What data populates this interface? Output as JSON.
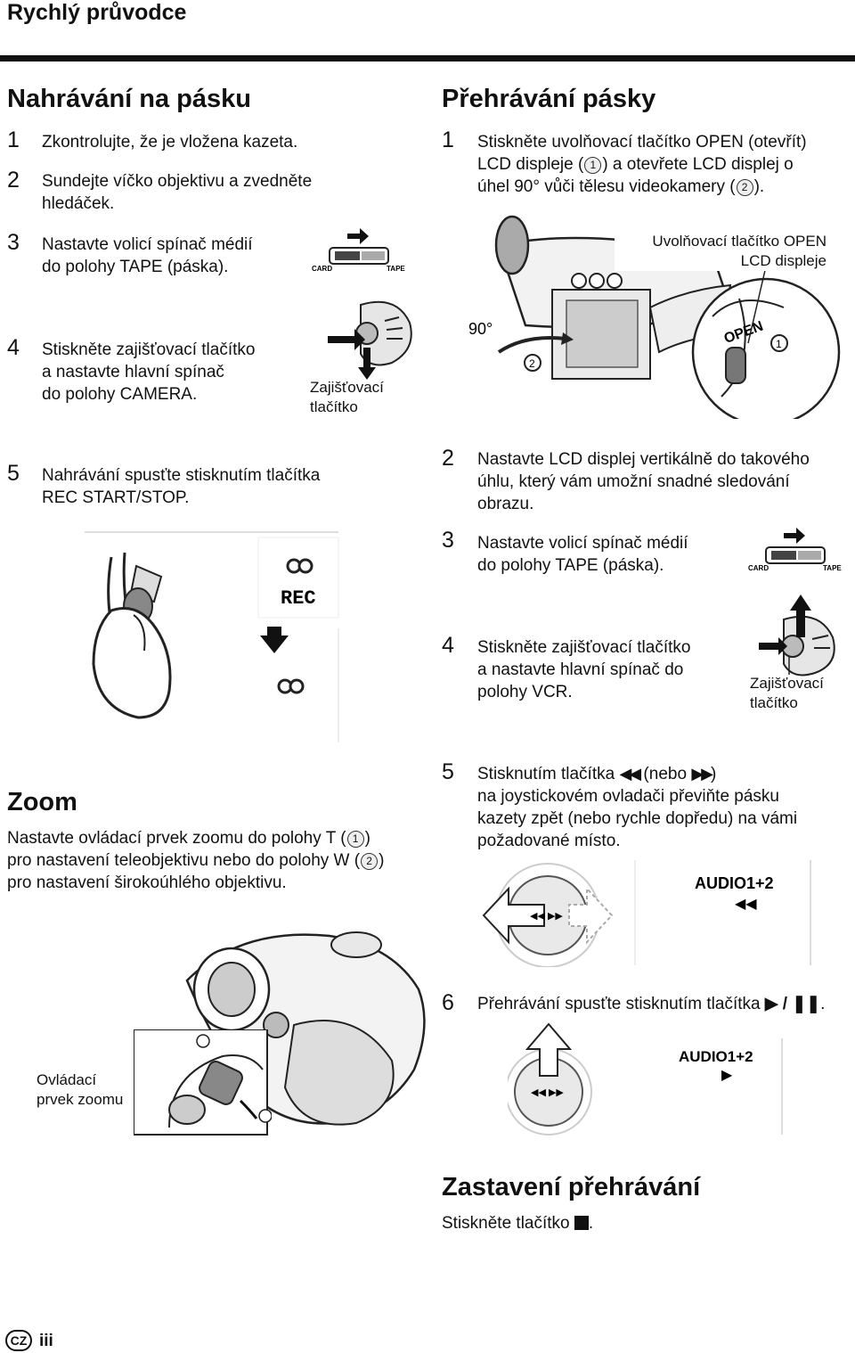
{
  "header": {
    "title": "Rychlý průvodce"
  },
  "recording": {
    "title": "Nahrávání na pásku",
    "steps": [
      {
        "num": "1",
        "text": "Zkontrolujte, že je vložena kazeta."
      },
      {
        "num": "2",
        "text_line1": "Sundejte víčko objektivu a zvedněte",
        "text_line2": "hledáček."
      },
      {
        "num": "3",
        "text_line1": "Nastavte volicí spínač médií",
        "text_line2": "do polohy TAPE (páska)."
      },
      {
        "num": "4",
        "text_line1": "Stiskněte zajišťovací tlačítko",
        "text_line2": "a nastavte hlavní spínač",
        "text_line3": "do polohy CAMERA."
      },
      {
        "num": "5",
        "text_line1": "Nahrávání spusťte stisknutím tlačítka",
        "text_line2": "REC START/STOP."
      }
    ],
    "lock_label_line1": "Zajišťovací",
    "lock_label_line2": "tlačítko",
    "rec_label": "REC"
  },
  "switch": {
    "card": "CARD",
    "tape": "TAPE"
  },
  "zoom": {
    "title": "Zoom",
    "line1_a": "Nastavte ovládací prvek zoomu do polohy T (",
    "line1_b": ")",
    "line2_a": "pro nastavení teleobjektivu nebo do polohy W (",
    "line2_b": ")",
    "line3": "pro nastavení širokoúhlého objektivu.",
    "circle1": "1",
    "circle2": "2",
    "control_label_line1": "Ovládací",
    "control_label_line2": "prvek zoomu"
  },
  "playback": {
    "title": "Přehrávání pásky",
    "step1": {
      "num": "1",
      "line1": "Stiskněte uvolňovací tlačítko OPEN (otevřít)",
      "line2_a": "LCD displeje (",
      "line2_b": ") a otevřete LCD displej o",
      "line3_a": "úhel 90° vůči tělesu videokamery (",
      "line3_b": ")."
    },
    "open_label_line1": "Uvolňovací tlačítko OPEN",
    "open_label_line2": "LCD displeje",
    "angle_label": "90°",
    "open_text": "OPEN",
    "step2": {
      "num": "2",
      "line1": "Nastavte LCD displej vertikálně do takového",
      "line2": "úhlu, který vám umožní snadné sledování",
      "line3": "obrazu."
    },
    "step3": {
      "num": "3",
      "line1": "Nastavte volicí spínač médií",
      "line2": "do polohy TAPE (páska)."
    },
    "step4": {
      "num": "4",
      "line1": "Stiskněte zajišťovací tlačítko",
      "line2": "a nastavte hlavní spínač do",
      "line3": "polohy VCR."
    },
    "lock_label_line1": "Zajišťovací",
    "lock_label_line2": "tlačítko",
    "step5": {
      "num": "5",
      "line1_a": "Stisknutím tlačítka",
      "line1_b": "(nebo",
      "line1_c": ")",
      "line2": "na joystickovém ovladači převiňte pásku",
      "line3": "kazety zpět (nebo rychle dopředu) na vámi",
      "line4": "požadované místo."
    },
    "audio_label": "AUDIO1+2",
    "step6": {
      "num": "6",
      "text": "Přehrávání spusťte stisknutím tlačítka",
      "tail": "."
    }
  },
  "stop": {
    "title": "Zastavení přehrávání",
    "text": "Stiskněte tlačítko",
    "tail": "."
  },
  "footer": {
    "lang_badge": "CZ",
    "page": "iii"
  },
  "colors": {
    "rule": "#111111",
    "illustration_stroke": "#222222",
    "illustration_fill": "#dcdcdc"
  }
}
